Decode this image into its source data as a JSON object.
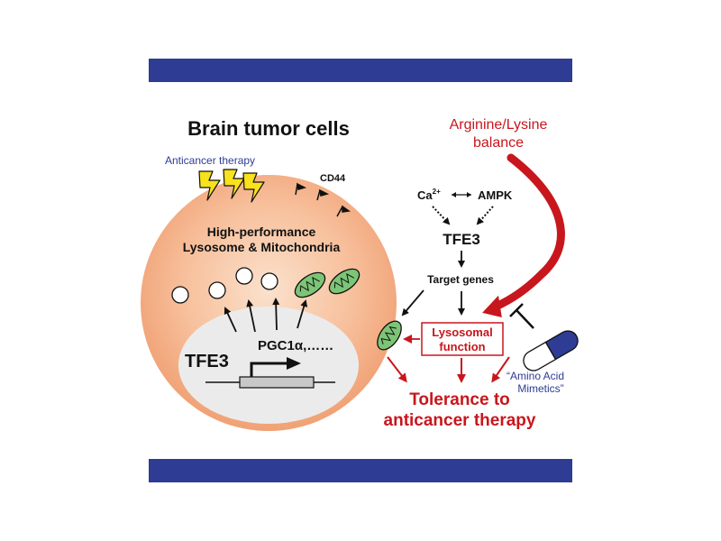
{
  "title": "Brain tumor cells",
  "anticancer_label": "Anticancer therapy",
  "cd44_label": "CD44",
  "organelle_label": {
    "line1": "High-performance",
    "line2": "Lysosome & Mitochondria"
  },
  "nucleus": {
    "gene": "TFE3",
    "cofactor": "PGC1α,……"
  },
  "pathway": {
    "arginine_line1": "Arginine/Lysine",
    "arginine_line2": "balance",
    "ca_label": "Ca",
    "ca_superscript": "2+",
    "ampk_label": "AMPK",
    "tfe3_label": "TFE3",
    "target_genes": "Target genes",
    "lysosomal_line1": "Lysosomal",
    "lysosomal_line2": "function",
    "mimetics_line1": "“Amino Acid",
    "mimetics_line2": "Mimetics”",
    "tolerance_line1": "Tolerance to",
    "tolerance_line2": "anticancer therapy"
  },
  "colors": {
    "band": "#2e3c94",
    "accent_red": "#c8161d",
    "navy_text": "#2e3c94",
    "cell_fill": "#f5b38a",
    "mito_green": "#7cc576",
    "pill_blue": "#2e3c94",
    "lightning": "#f7e21b"
  }
}
